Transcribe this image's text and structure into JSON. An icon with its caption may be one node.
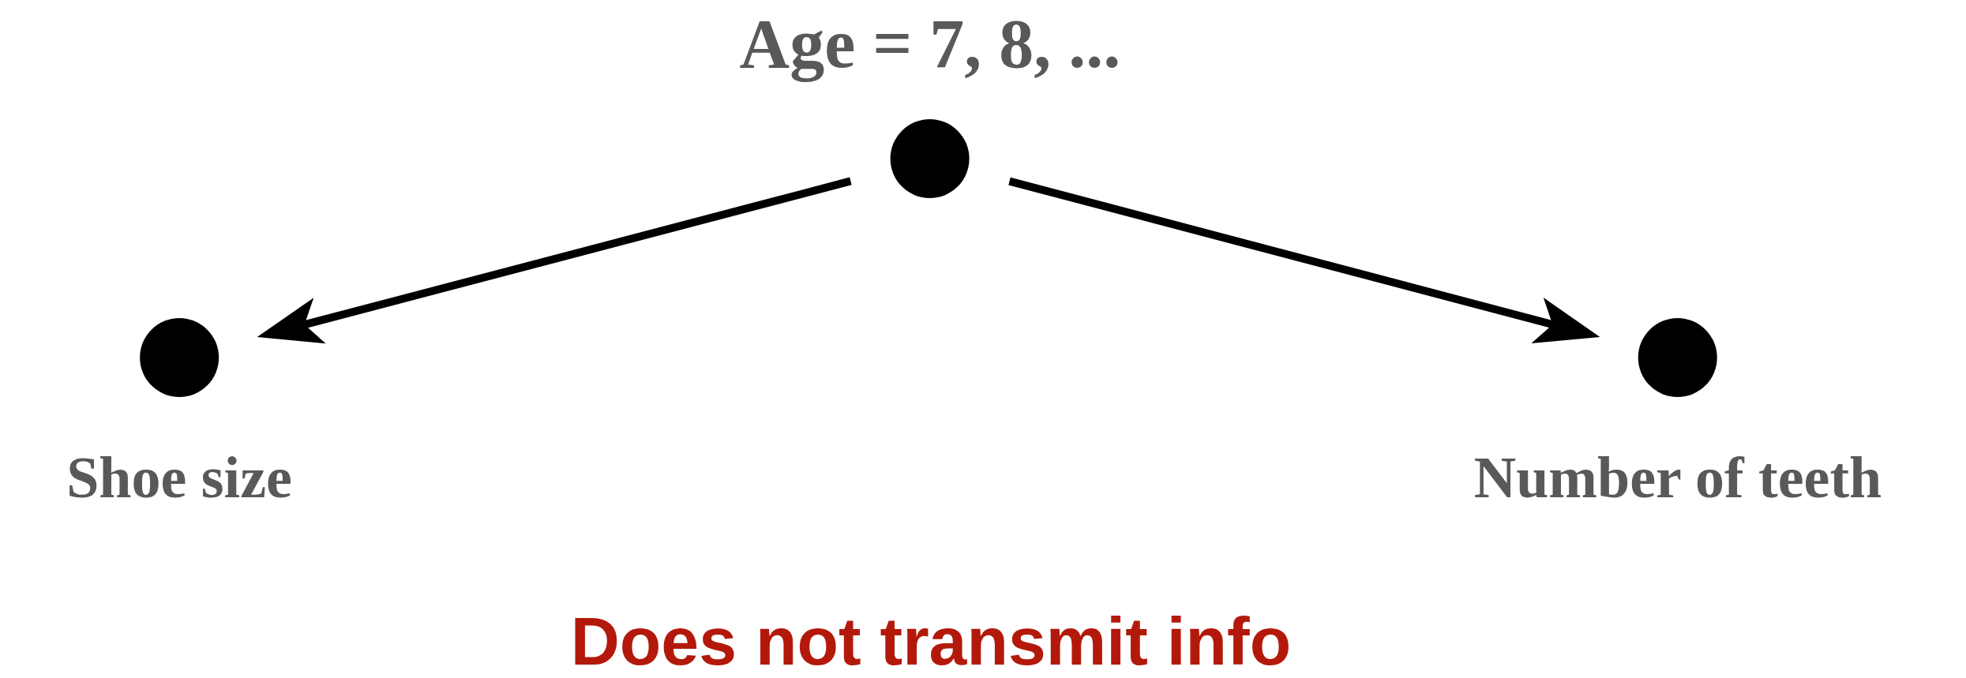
{
  "diagram": {
    "nodes": [
      {
        "text": [
          "Age = 7, 8, ..."
        ]
      },
      {
        "text": [
          "Shoe size"
        ]
      },
      {
        "text": [
          "Number of teeth"
        ]
      }
    ],
    "edges": [
      {
        "from": 0,
        "to": 1,
        "arrow": "to"
      },
      {
        "from": 0,
        "to": 2,
        "arrow": "to"
      }
    ],
    "labels": [
      "Does not transmit info"
    ]
  }
}
